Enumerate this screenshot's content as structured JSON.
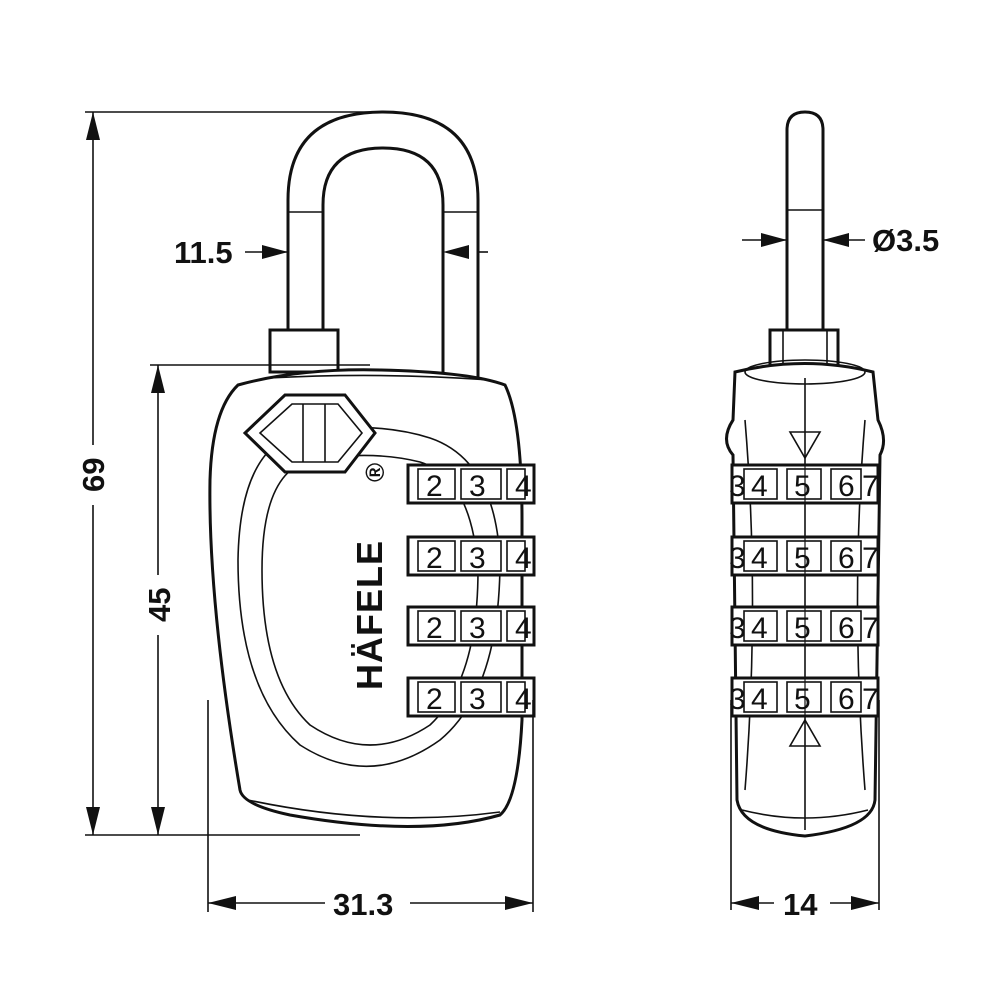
{
  "dimensions": {
    "height_total": "69",
    "height_body": "45",
    "shackle_width": "11.5",
    "body_width": "31.3",
    "side_width": "14",
    "shackle_diameter": "Ø3.5"
  },
  "brand": {
    "name": "HÄFELE",
    "mark": "®"
  },
  "front_wheels": {
    "digits": [
      "2",
      "3",
      "4"
    ]
  },
  "side_wheels": {
    "left_partial": "3",
    "digits": [
      "4",
      "5",
      "6"
    ],
    "right_partial": "7"
  },
  "colors": {
    "line": "#111111",
    "background": "#ffffff"
  }
}
